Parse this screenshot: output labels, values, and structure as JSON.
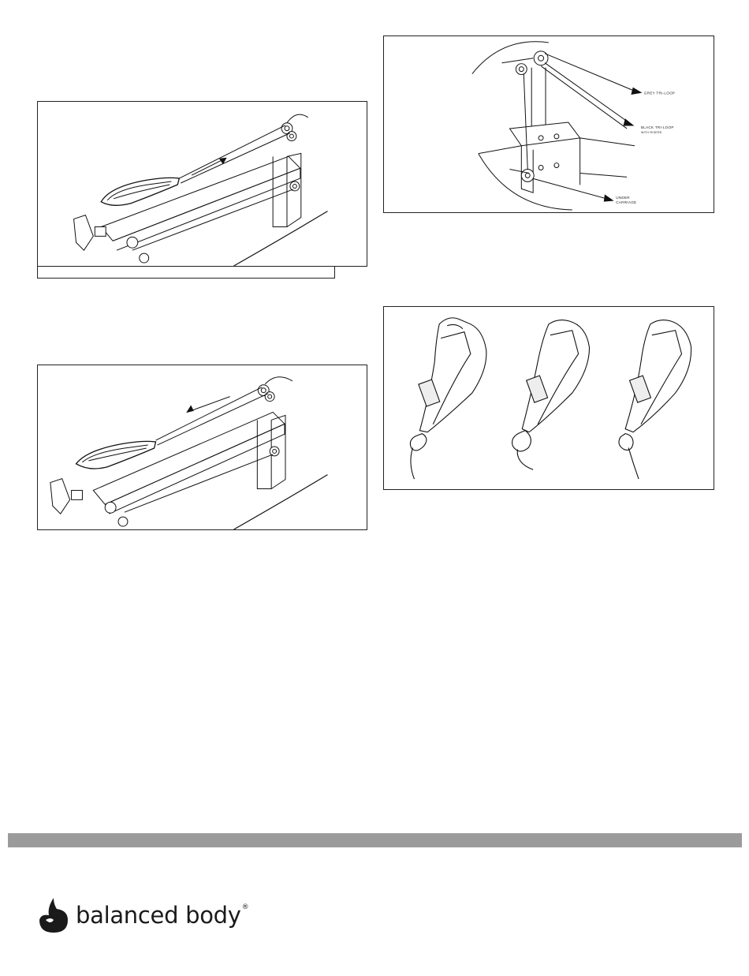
{
  "figures": {
    "fig3": {
      "label_grey": "GREY TRI-LOOP",
      "label_black": "BLACK TRI-LOOP",
      "label_black_sub": "WITH RISERS",
      "label_under_1": "UNDER",
      "label_under_2": "CARRIAGE"
    }
  },
  "footer": {
    "brand_name": "balanced body",
    "registered_mark": "®",
    "bar_color": "#9b9b9b"
  }
}
